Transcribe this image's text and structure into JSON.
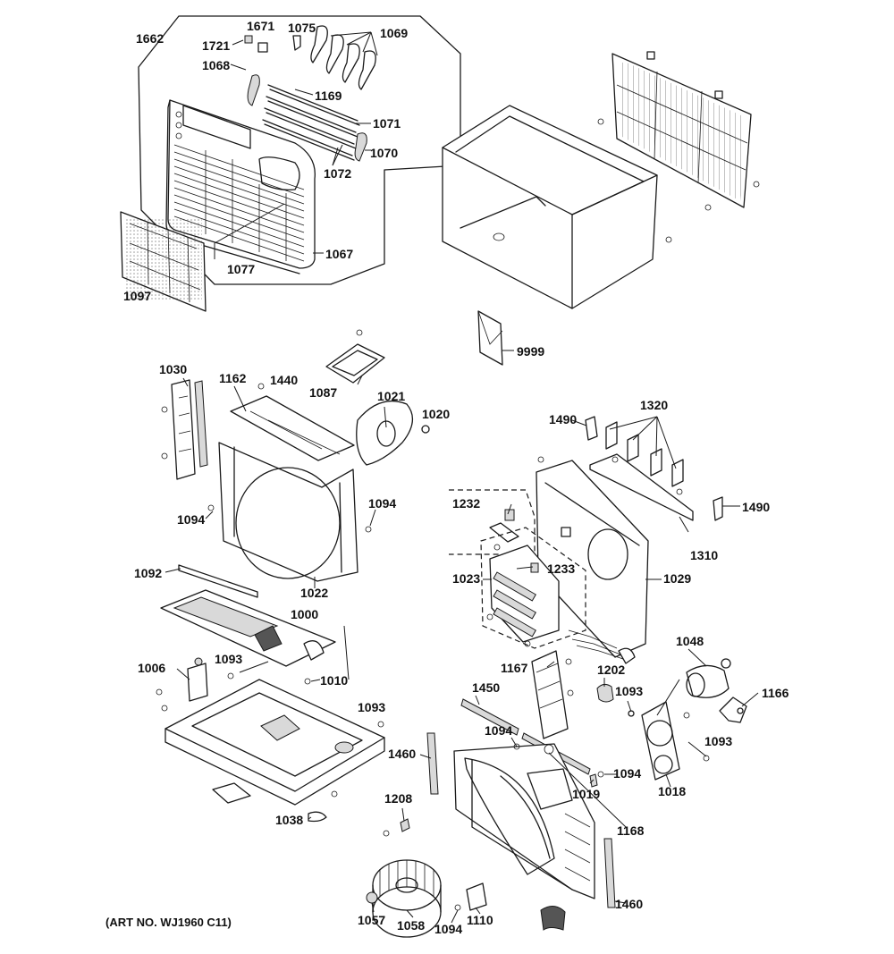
{
  "labels": {
    "p1662": "1662",
    "p1671": "1671",
    "p1075": "1075",
    "p1069": "1069",
    "p1721": "1721",
    "p1068": "1068",
    "p1169": "1169",
    "p1071": "1071",
    "p1070": "1070",
    "p1072": "1072",
    "p1067": "1067",
    "p1077": "1077",
    "p1097": "1097",
    "p9999": "9999",
    "p1030": "1030",
    "p1162": "1162",
    "p1440": "1440",
    "p1087": "1087",
    "p1021": "1021",
    "p1020": "1020",
    "p1094a": "1094",
    "p1094b": "1094",
    "p1092": "1092",
    "p1022": "1022",
    "p1000": "1000",
    "p1006": "1006",
    "p1093a": "1093",
    "p1010": "1010",
    "p1093b": "1093",
    "p1038": "1038",
    "p1320": "1320",
    "p1490a": "1490",
    "p1490b": "1490",
    "p1232": "1232",
    "p1310": "1310",
    "p1023": "1023",
    "p1233": "1233",
    "p1029": "1029",
    "p1048": "1048",
    "p1167": "1167",
    "p1202": "1202",
    "p1093c": "1093",
    "p1166": "1166",
    "p1450": "1450",
    "p1094c": "1094",
    "p1093d": "1093",
    "p1460a": "1460",
    "p1094d": "1094",
    "p1019": "1019",
    "p1018": "1018",
    "p1208": "1208",
    "p1168": "1168",
    "p1460b": "1460",
    "p1057": "1057",
    "p1058": "1058",
    "p1110": "1110",
    "p1094e": "1094"
  },
  "art_number": "(ART NO. WJ1960 C11)"
}
